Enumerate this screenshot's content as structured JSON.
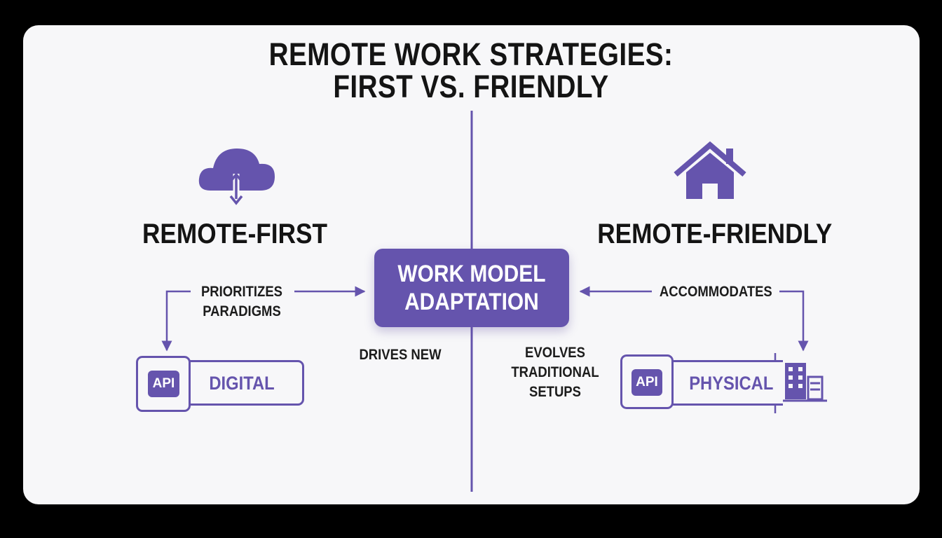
{
  "title": {
    "line1": "REMOTE WORK STRATEGIES:",
    "line2": "FIRST VS. FRIENDLY"
  },
  "left": {
    "heading": "REMOTE-FIRST",
    "icon": "cloud-sync-icon",
    "edge_label": {
      "line1": "PRIORITIZES",
      "line2": "PARADIGMS"
    },
    "api_chip": "API",
    "box_label": "DIGITAL"
  },
  "right": {
    "heading": "REMOTE-FRIENDLY",
    "icon": "home-icon",
    "edge_label": "ACCOMMODATES",
    "api_chip": "API",
    "box_label": "PHYSICAL",
    "building_icon": "office-building-icon"
  },
  "center": {
    "line1": "WORK MODEL",
    "line2": "ADAPTATION"
  },
  "bottom_labels": {
    "left": "DRIVES NEW",
    "right": {
      "line1": "EVOLVES",
      "line2": "TRADITIONAL",
      "line3": "SETUPS"
    }
  },
  "colors": {
    "accent": "#6554ad",
    "text": "#141414",
    "card": "#f7f7f9",
    "frame": "#000000"
  }
}
